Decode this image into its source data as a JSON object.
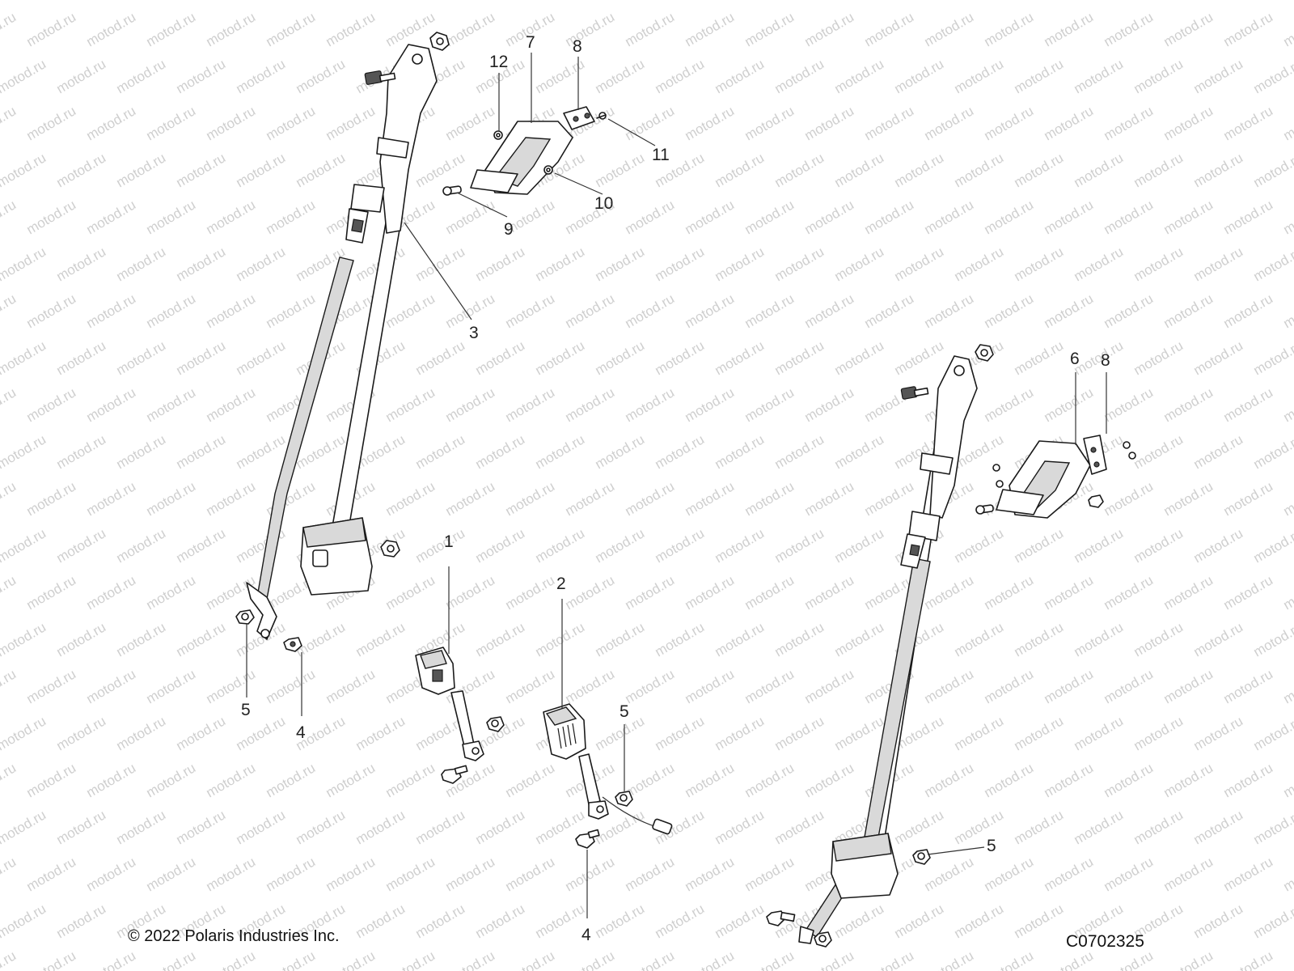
{
  "watermark": "motod.ru",
  "copyright": "© 2022 Polaris Industries Inc.",
  "figure_code": "C0702325",
  "callouts": {
    "c1": "1",
    "c2": "2",
    "c3": "3",
    "c4a": "4",
    "c4b": "4",
    "c5a": "5",
    "c5b": "5",
    "c5c": "5",
    "c6": "6",
    "c7": "7",
    "c8a": "8",
    "c8b": "8",
    "c9": "9",
    "c10": "10",
    "c11": "11",
    "c12": "12"
  }
}
